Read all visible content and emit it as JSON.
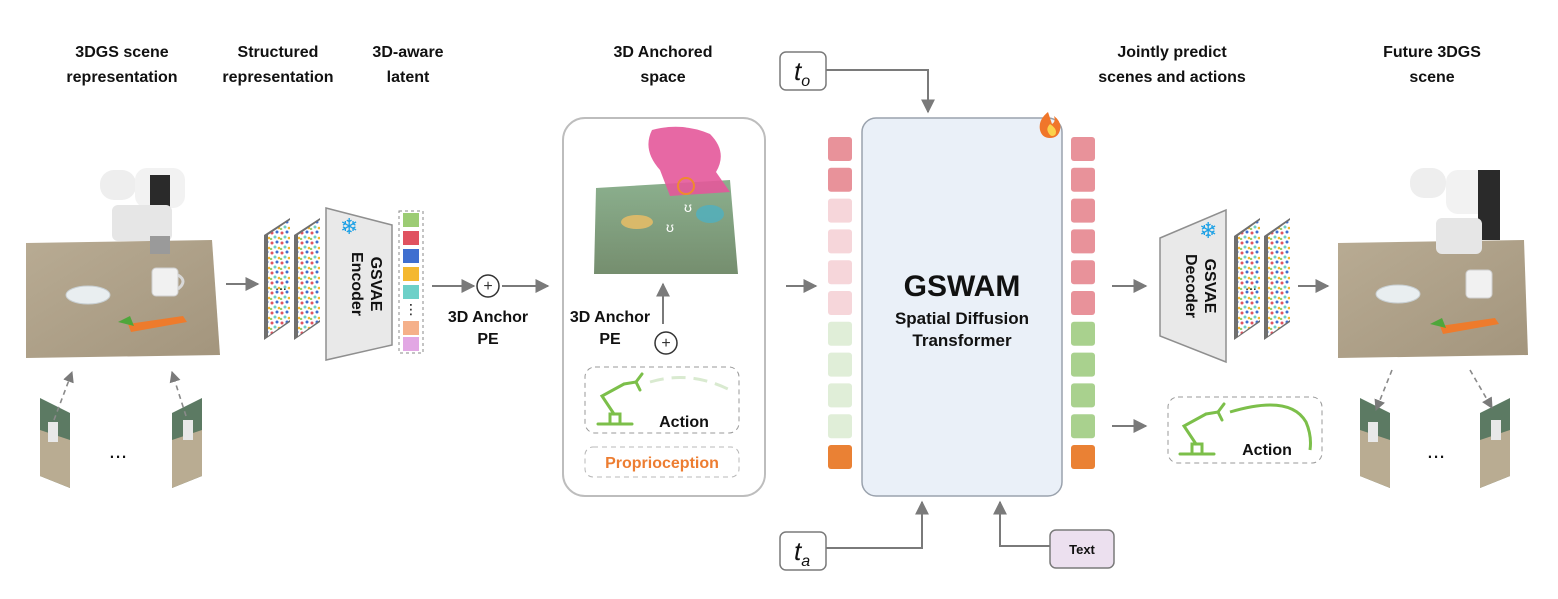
{
  "headers": {
    "scene_rep": [
      "3DGS scene",
      "representation"
    ],
    "structured": [
      "Structured",
      "representation"
    ],
    "latent": [
      "3D-aware",
      "latent"
    ],
    "anchored": [
      "3D Anchored",
      "space"
    ],
    "jointly": [
      "Jointly predict",
      "scenes and actions"
    ],
    "future": [
      "Future 3DGS",
      "scene"
    ]
  },
  "encoder": [
    "GSVAE",
    "Encoder"
  ],
  "decoder": [
    "GSVAE",
    "Decoder"
  ],
  "anchor_pe_left": [
    "3D Anchor",
    "PE"
  ],
  "anchor_pe_mid": [
    "3D Anchor",
    "PE"
  ],
  "action_label": "Action",
  "action_label_out": "Action",
  "proprioception": "Proprioception",
  "model": {
    "name": "GSWAM",
    "subtitle_line1": "Spatial Diffusion",
    "subtitle_line2": "Transformer"
  },
  "t_o": "t",
  "t_o_sub": "o",
  "t_a": "t",
  "t_a_sub": "a",
  "text_box": "Text",
  "ellipsis": "...",
  "ellipsis_right": "...",
  "colors": {
    "latent_tokens": [
      "#9ccc74",
      "#e05260",
      "#3f6fd0",
      "#f4b830",
      "#6dd0c8",
      "#f5b08a",
      "#e2a7e4"
    ],
    "token_red": "#e8929a",
    "token_red_light": "#f6d6da",
    "token_green_light": "#e0eed8",
    "token_green": "#a9d18e",
    "token_orange": "#ea8134",
    "model_fill": "#eaf0f8",
    "action_green": "#7cbf4a",
    "proprio_orange": "#ed7d31",
    "text_box_fill": "#ece0ef"
  }
}
